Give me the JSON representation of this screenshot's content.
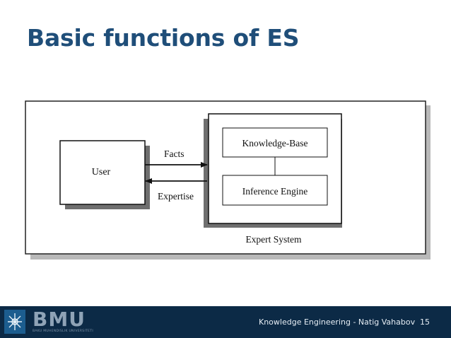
{
  "slide": {
    "title": "Basic functions of ES"
  },
  "diagram": {
    "user_label": "User",
    "facts_label": "Facts",
    "expertise_label": "Expertise",
    "knowledge_base_label": "Knowledge-Base",
    "inference_engine_label": "Inference Engine",
    "expert_system_label": "Expert System"
  },
  "footer": {
    "logo_text": "BMU",
    "logo_subtext": "BAKU MUHENDISLIK UNIVERSITETI",
    "caption": "Knowledge Engineering - Natig Vahabov",
    "page_number": "15"
  },
  "colors": {
    "title": "#1f4e79",
    "footer_bg": "#0c2a46"
  }
}
